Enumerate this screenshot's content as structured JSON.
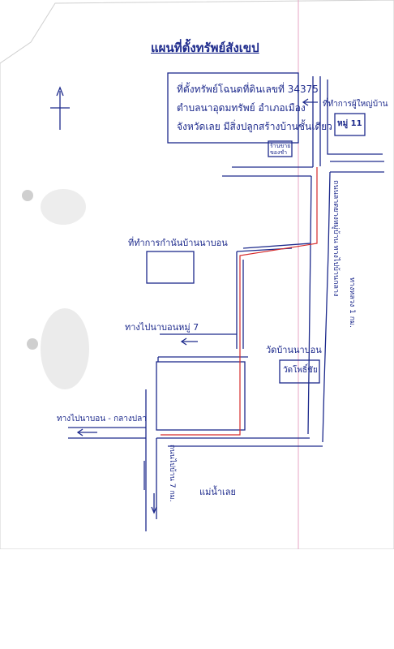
{
  "title": "แผนที่ตั้งทรัพย์สังเขป",
  "property_info": {
    "line1": "ที่ตั้งทรัพย์โฉนดที่ดินเลขที่ 34375",
    "line2": "ตำบลนาอุดมทรัพย์ อำเภอเมือง",
    "line3": "จังหวัดเลย มีสิ่งปลูกสร้างบ้านชั้นเดียว"
  },
  "labels": {
    "headman_office": "ที่ทำการผู้ใหญ่บ้าน",
    "moo_number": "หมู่ 11",
    "shop": "ร้านขายของชำ",
    "village_office": "ที่ทำการกำนันบ้านนาบอน",
    "to_nabon_moo7": "ทางไปนาบอนหมู่ 7",
    "temple": "วัดบ้านนาบอน",
    "temple_box": "วัดโพธิ์ชัย",
    "to_nabon_klangpla": "ทางไปนาบอน - กลางปลา",
    "loei_river": "แม่น้ำเลย",
    "road_vertical": "ถนนลาดยางหมู่บ้าน ทางไปบ้านกลาง",
    "road_lower": "ถนนไปบ้าน 7 กม.",
    "highway": "ทางหลวง 1 กม."
  },
  "colors": {
    "ink": "#1d2a8c",
    "route": "#d62a2a",
    "margin_line": "#e7a6c4"
  }
}
